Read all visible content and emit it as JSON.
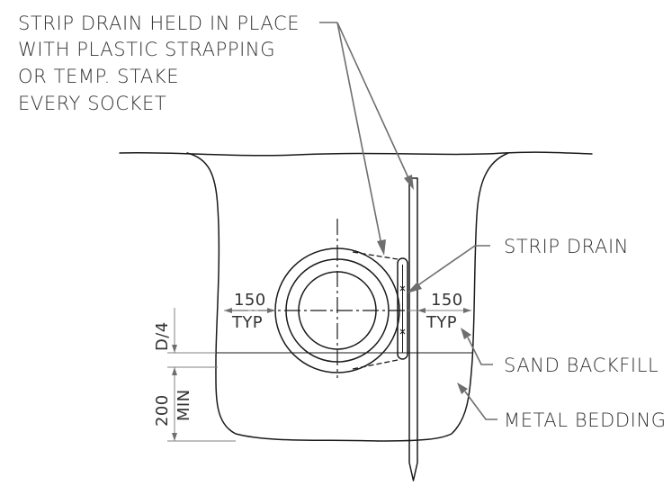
{
  "notes": {
    "strapping": [
      "STRIP DRAIN HELD IN PLACE",
      "WITH PLASTIC STRAPPING",
      "OR TEMP. STAKE",
      "EVERY SOCKET"
    ],
    "strip_drain": "STRIP DRAIN",
    "sand_backfill": "SAND BACKFILL",
    "metal_bedding": "METAL BEDDING"
  },
  "dimensions": {
    "left_clearance": "150",
    "left_clearance_note": "TYP",
    "right_clearance": "150",
    "right_clearance_note": "TYP",
    "cover_depth": "D/4",
    "bedding_depth": "200",
    "bedding_depth_note": "MIN"
  }
}
